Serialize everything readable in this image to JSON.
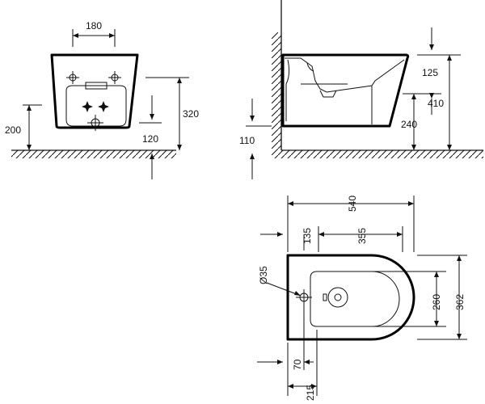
{
  "front_view": {
    "dim_top_width": "180",
    "dim_left_height": "200",
    "dim_bottom_inlet": "120",
    "dim_overall_height": "320"
  },
  "side_view": {
    "dim_floor_outlet": "110",
    "dim_rim_depth": "125",
    "dim_outlet_height": "240",
    "dim_overall_height": "410"
  },
  "top_view": {
    "dim_overall_length": "540",
    "dim_tap_offset": "135",
    "dim_bowl_length": "355",
    "dim_tap_diameter": "Ø35",
    "dim_bowl_width": "260",
    "dim_overall_width": "362",
    "dim_wall_offset_small": "70",
    "dim_wall_offset_large": "215"
  }
}
